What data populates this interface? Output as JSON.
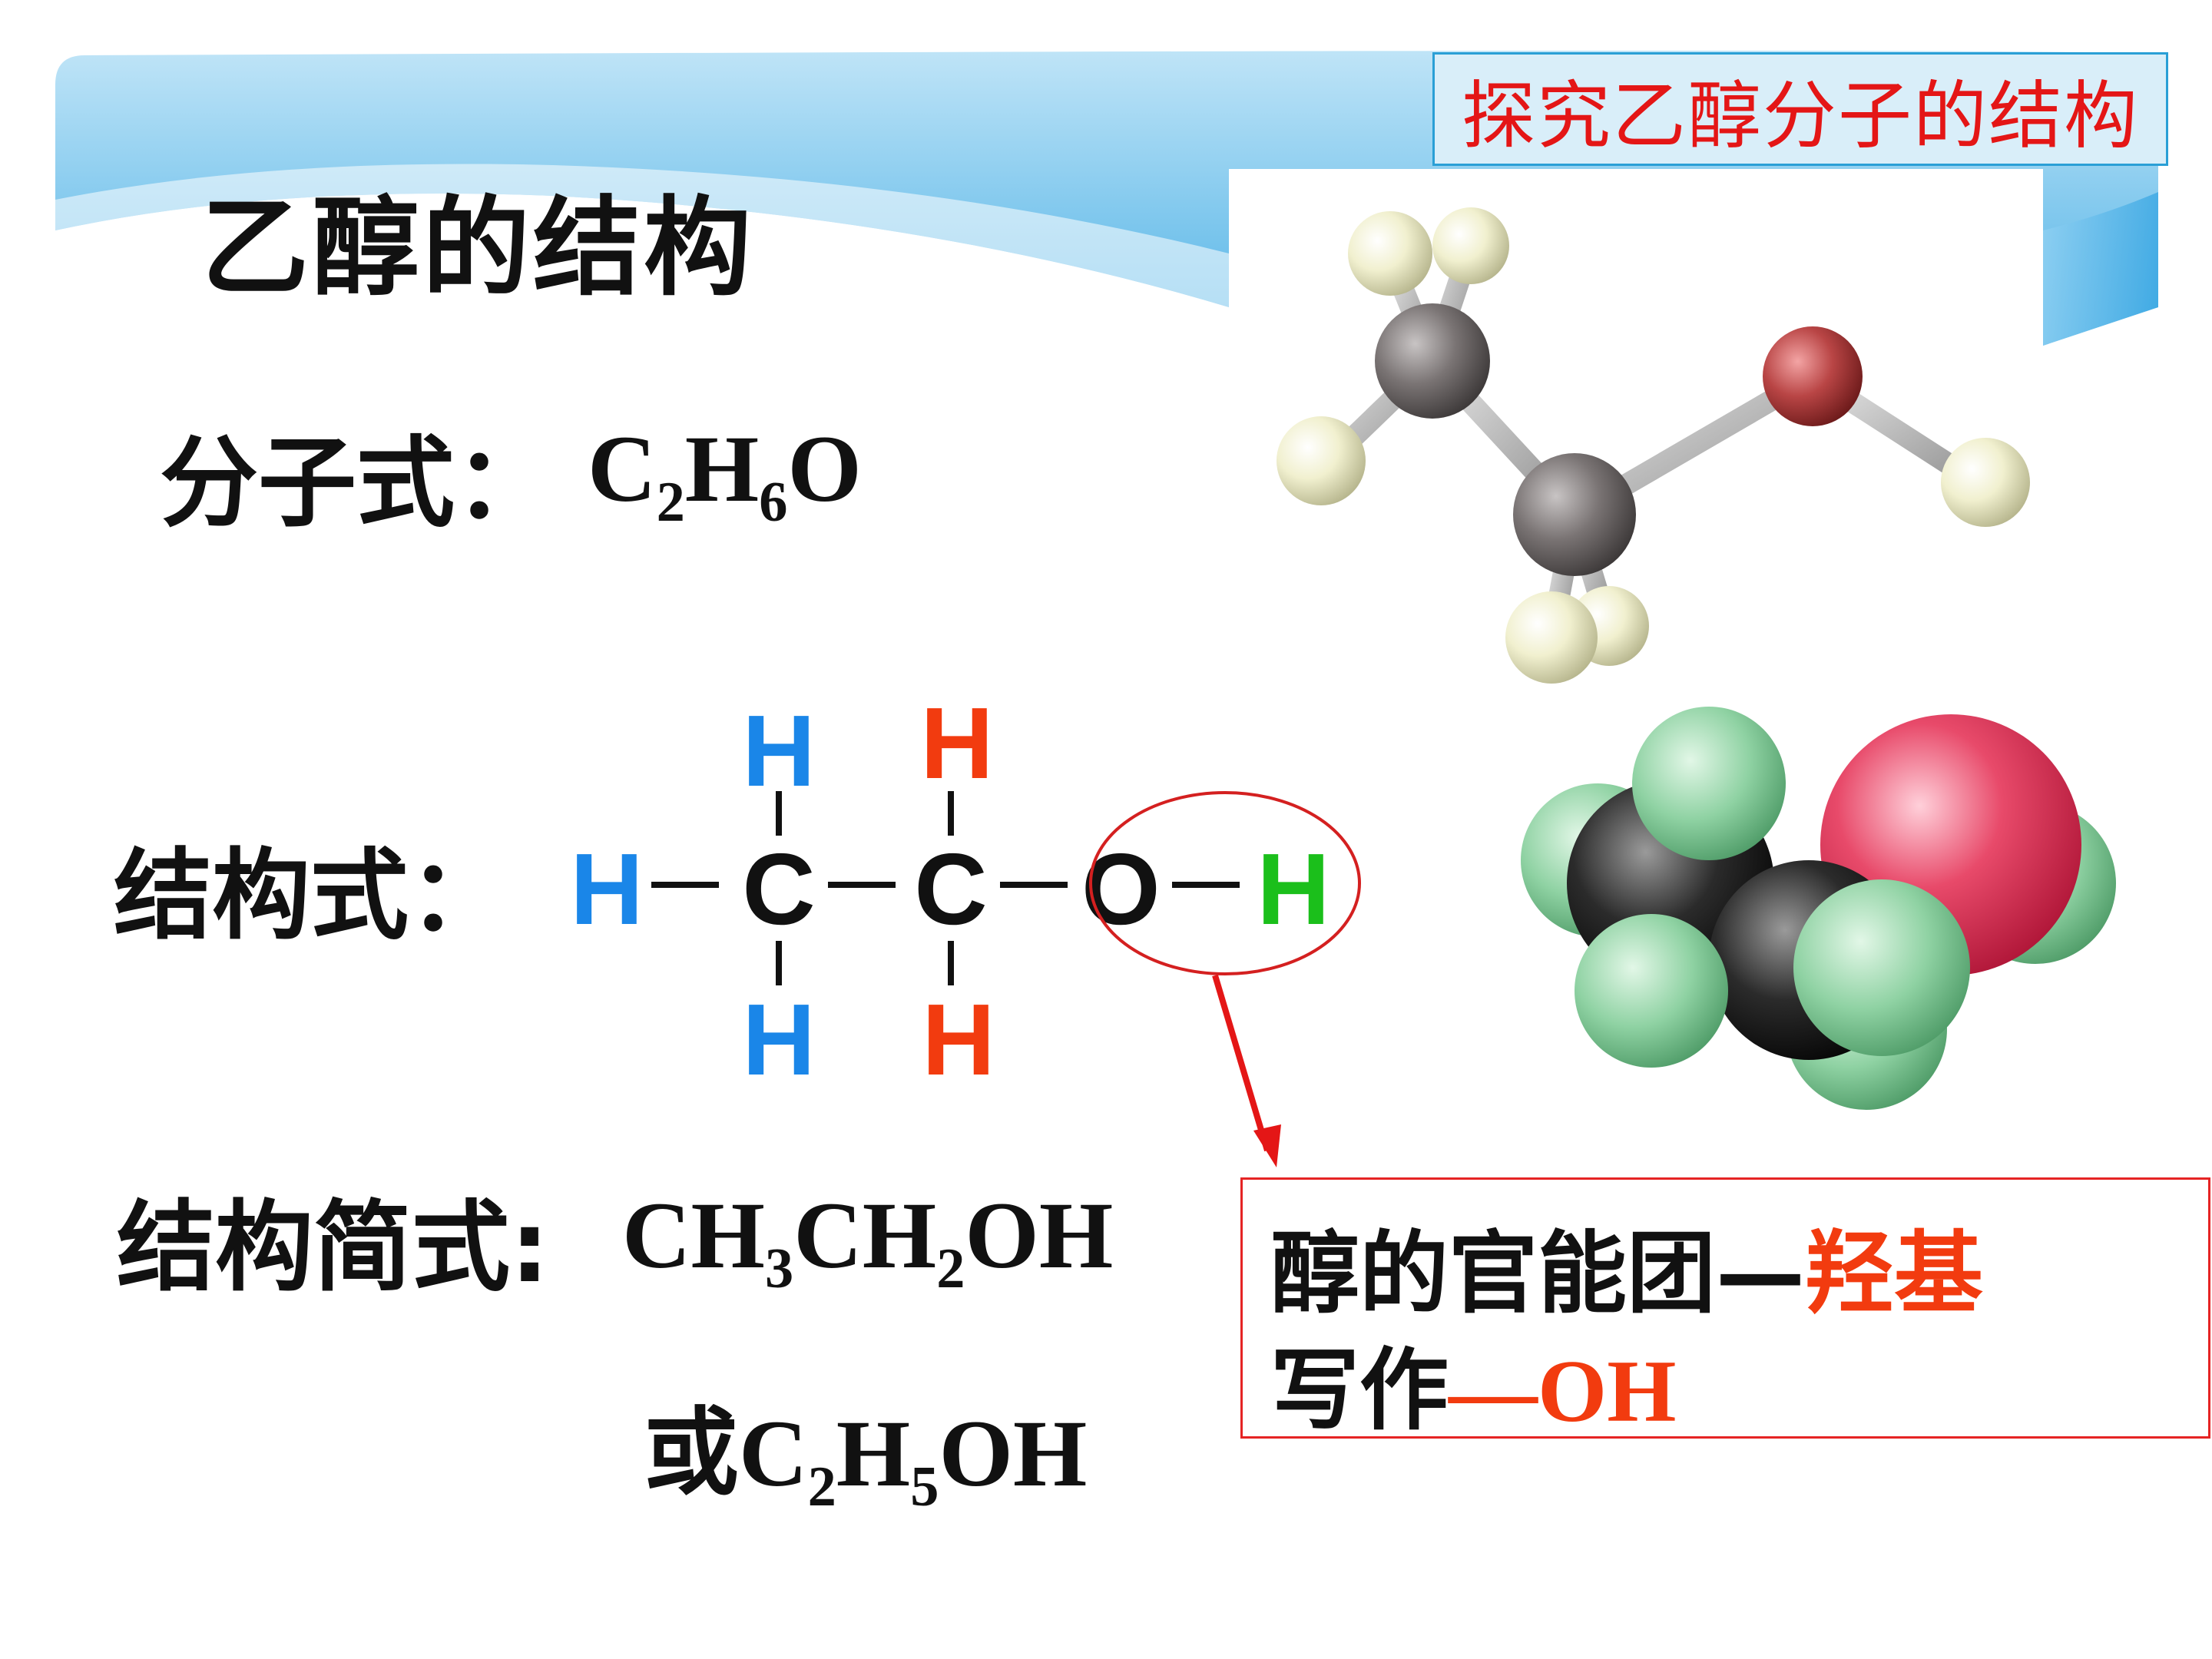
{
  "slide": {
    "title": "乙醇的结构",
    "topic_tag": "探究乙醇分子的结构",
    "molecular_formula": {
      "label": "分子式：",
      "parts": [
        "C",
        "2",
        "H",
        "6",
        "O"
      ]
    },
    "structural_formula": {
      "label": "结构式：",
      "atoms": {
        "left_h": "H",
        "c1": "C",
        "c2": "C",
        "o": "O",
        "right_h": "H",
        "c1_top": "H",
        "c1_bottom": "H",
        "c2_top": "H",
        "c2_bottom": "H"
      }
    },
    "condensed_formula": {
      "label": "结构简式:",
      "parts": [
        "CH",
        "3",
        "CH",
        "2",
        "OH"
      ],
      "alt_prefix": "或",
      "alt_parts": [
        "C",
        "2",
        "H",
        "5",
        "OH"
      ]
    },
    "functional_group": {
      "line1_prefix": "醇的官能团—",
      "line1_highlight": "羟基",
      "line2_prefix": "写作",
      "line2_highlight": "—OH"
    },
    "colors": {
      "ch3_hydrogen": "#1a86e8",
      "ch2_hydrogen": "#f23b0f",
      "hydroxyl_hydrogen": "#1bbf1b",
      "banner": "#5db9ea",
      "highlight": "#f23b0f"
    }
  }
}
